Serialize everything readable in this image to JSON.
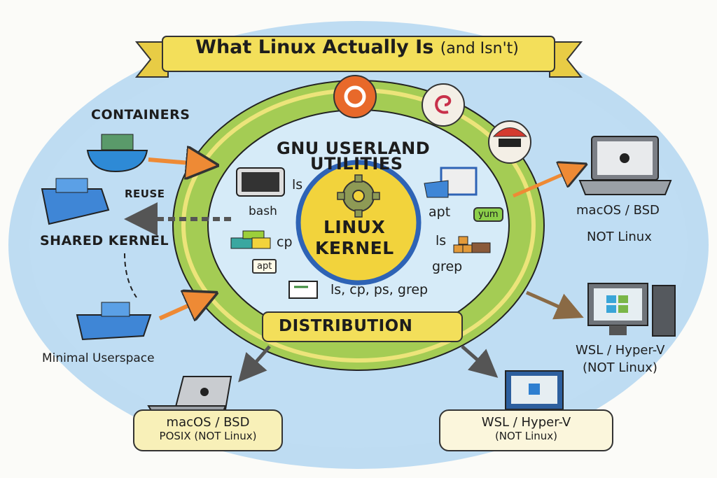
{
  "title": {
    "main": "What Linux Actually Is",
    "aside": "(and Isn't)"
  },
  "center": {
    "ring_label": [
      "GNU USERLAND",
      "UTILITIES"
    ],
    "kernel_label": [
      "LINUX",
      "KERNEL"
    ],
    "distribution_label": "DISTRIBUTION",
    "utilities_left": [
      "ls",
      "bash",
      "cp",
      "apt"
    ],
    "utilities_right": [
      "apt",
      "yum",
      "ls",
      "grep"
    ],
    "utilities_bottom": "ls, cp, ps, grep"
  },
  "left": {
    "containers": "CONTAINERS",
    "reuse": "REUSE",
    "shared_kernel": "SHARED KERNEL",
    "minimal_userspace": "Minimal Userspace"
  },
  "right": {
    "mac_title": "macOS / BSD",
    "mac_note": "NOT Linux",
    "wsl_title": "WSL / Hyper-V",
    "wsl_note": "(NOT Linux)"
  },
  "bottom": {
    "mac_title": "macOS / BSD",
    "mac_note": "POSIX (NOT Linux)",
    "wsl_title": "WSL / Hyper-V",
    "wsl_note": "(NOT Linux)"
  },
  "colors": {
    "water": "#8ec3ea",
    "ring": "#9cc64a",
    "kernel": "#f2d33c",
    "banner": "#f3df5a",
    "arrow": "#ee8a35"
  }
}
